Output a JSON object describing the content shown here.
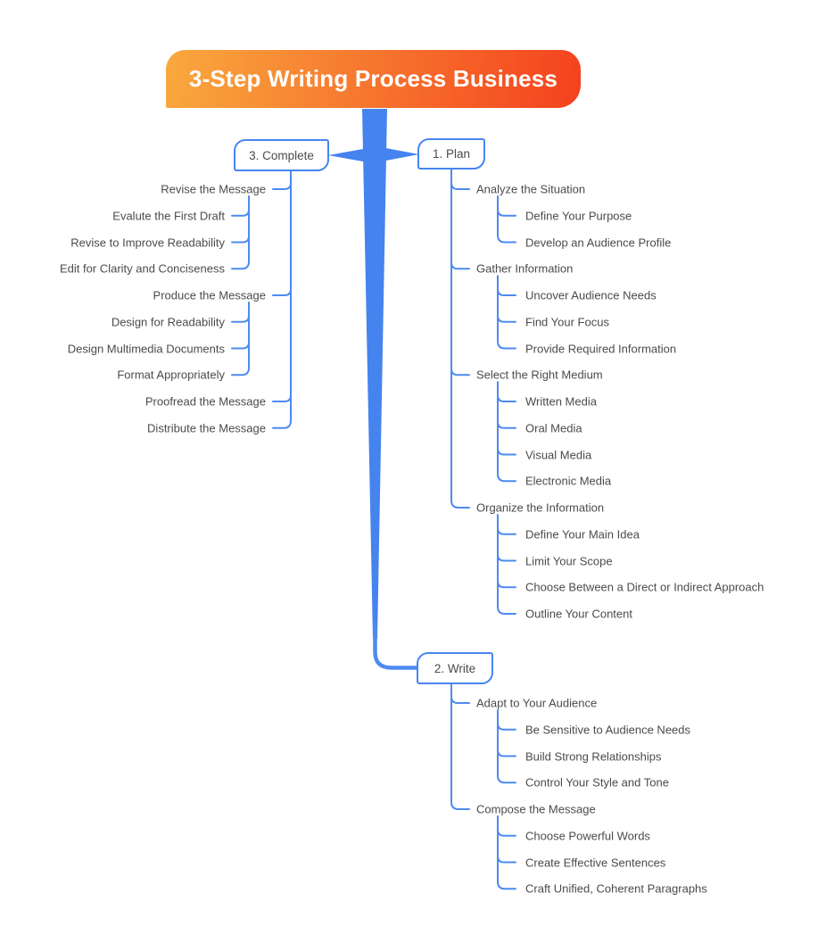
{
  "title": "3-Step Writing Process Business",
  "colors": {
    "title_gradient_start": "#F9A93E",
    "title_gradient_end": "#F4411E",
    "trunk_blue": "#4583EE",
    "line_blue": "#4D8AF0",
    "node_border_blue": "#4686F0",
    "text_gray": "#4B4B4B",
    "title_text": "#FFFFFF"
  },
  "branches": [
    {
      "id": "plan",
      "label": "1. Plan",
      "children": [
        {
          "label": "Analyze the Situation",
          "children": [
            "Define Your Purpose",
            "Develop an Audience Profile"
          ]
        },
        {
          "label": "Gather Information",
          "children": [
            "Uncover Audience Needs",
            "Find Your Focus",
            "Provide Required Information"
          ]
        },
        {
          "label": "Select the Right Medium",
          "children": [
            "Written Media",
            "Oral Media",
            "Visual Media",
            "Electronic Media"
          ]
        },
        {
          "label": "Organize the Information",
          "children": [
            "Define Your Main Idea",
            "Limit Your Scope",
            "Choose Between a Direct or Indirect Approach",
            "Outline Your Content"
          ]
        }
      ]
    },
    {
      "id": "write",
      "label": "2. Write",
      "children": [
        {
          "label": "Adapt to Your Audience",
          "children": [
            "Be Sensitive to Audience Needs",
            "Build Strong Relationships",
            "Control Your Style and Tone"
          ]
        },
        {
          "label": "Compose the Message",
          "children": [
            "Choose Powerful Words",
            "Create Effective Sentences",
            "Craft Unified, Coherent Paragraphs"
          ]
        }
      ]
    },
    {
      "id": "complete",
      "label": "3. Complete",
      "children": [
        {
          "label": "Revise the Message",
          "children": [
            "Evalute the First Draft",
            "Revise to Improve Readability",
            "Edit for Clarity and Conciseness"
          ]
        },
        {
          "label": "Produce the Message",
          "children": [
            "Design for Readability",
            "Design Multimedia Documents",
            "Format Appropriately"
          ]
        },
        {
          "label": "Proofread the Message",
          "children": []
        },
        {
          "label": "Distribute the Message",
          "children": []
        }
      ]
    }
  ]
}
